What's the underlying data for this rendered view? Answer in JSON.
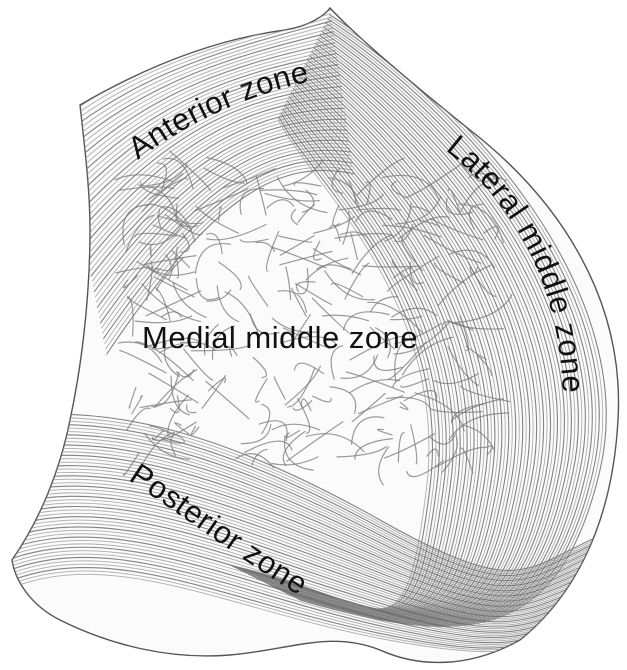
{
  "diagram": {
    "labels": {
      "anterior": "Anterior zone",
      "medial": "Medial middle zone",
      "lateral": "Lateral middle zone",
      "posterior": "Posterior zone"
    }
  }
}
